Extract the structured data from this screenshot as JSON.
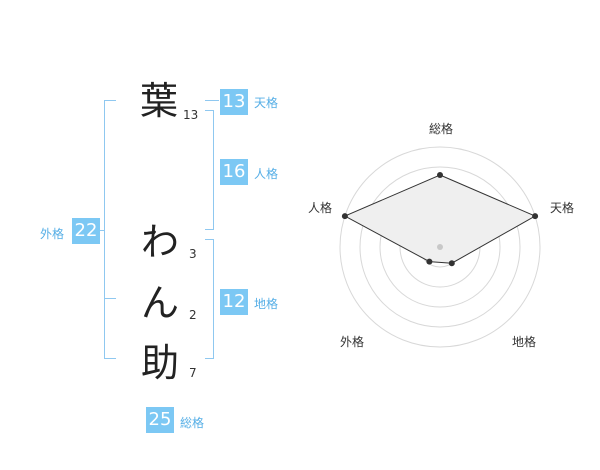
{
  "name": {
    "chars": [
      {
        "char": "葉",
        "strokes": "13"
      },
      {
        "char": "わ",
        "strokes": "3"
      },
      {
        "char": "ん",
        "strokes": "2"
      },
      {
        "char": "助",
        "strokes": "7"
      }
    ]
  },
  "scores": {
    "tenkaku": {
      "value": "13",
      "label": "天格"
    },
    "jinkaku": {
      "value": "16",
      "label": "人格"
    },
    "chikaku": {
      "value": "12",
      "label": "地格"
    },
    "gaikaku": {
      "value": "22",
      "label": "外格"
    },
    "soukaku": {
      "value": "25",
      "label": "総格"
    }
  },
  "colors": {
    "accent": "#7cc8f4",
    "bracket": "#8fc8f0",
    "label": "#55aee6"
  },
  "chart_data": {
    "type": "radar",
    "axes": [
      "総格",
      "天格",
      "地格",
      "外格",
      "人格"
    ],
    "rings": 5,
    "values": [
      0.72,
      1.0,
      0.2,
      0.18,
      1.0
    ]
  }
}
